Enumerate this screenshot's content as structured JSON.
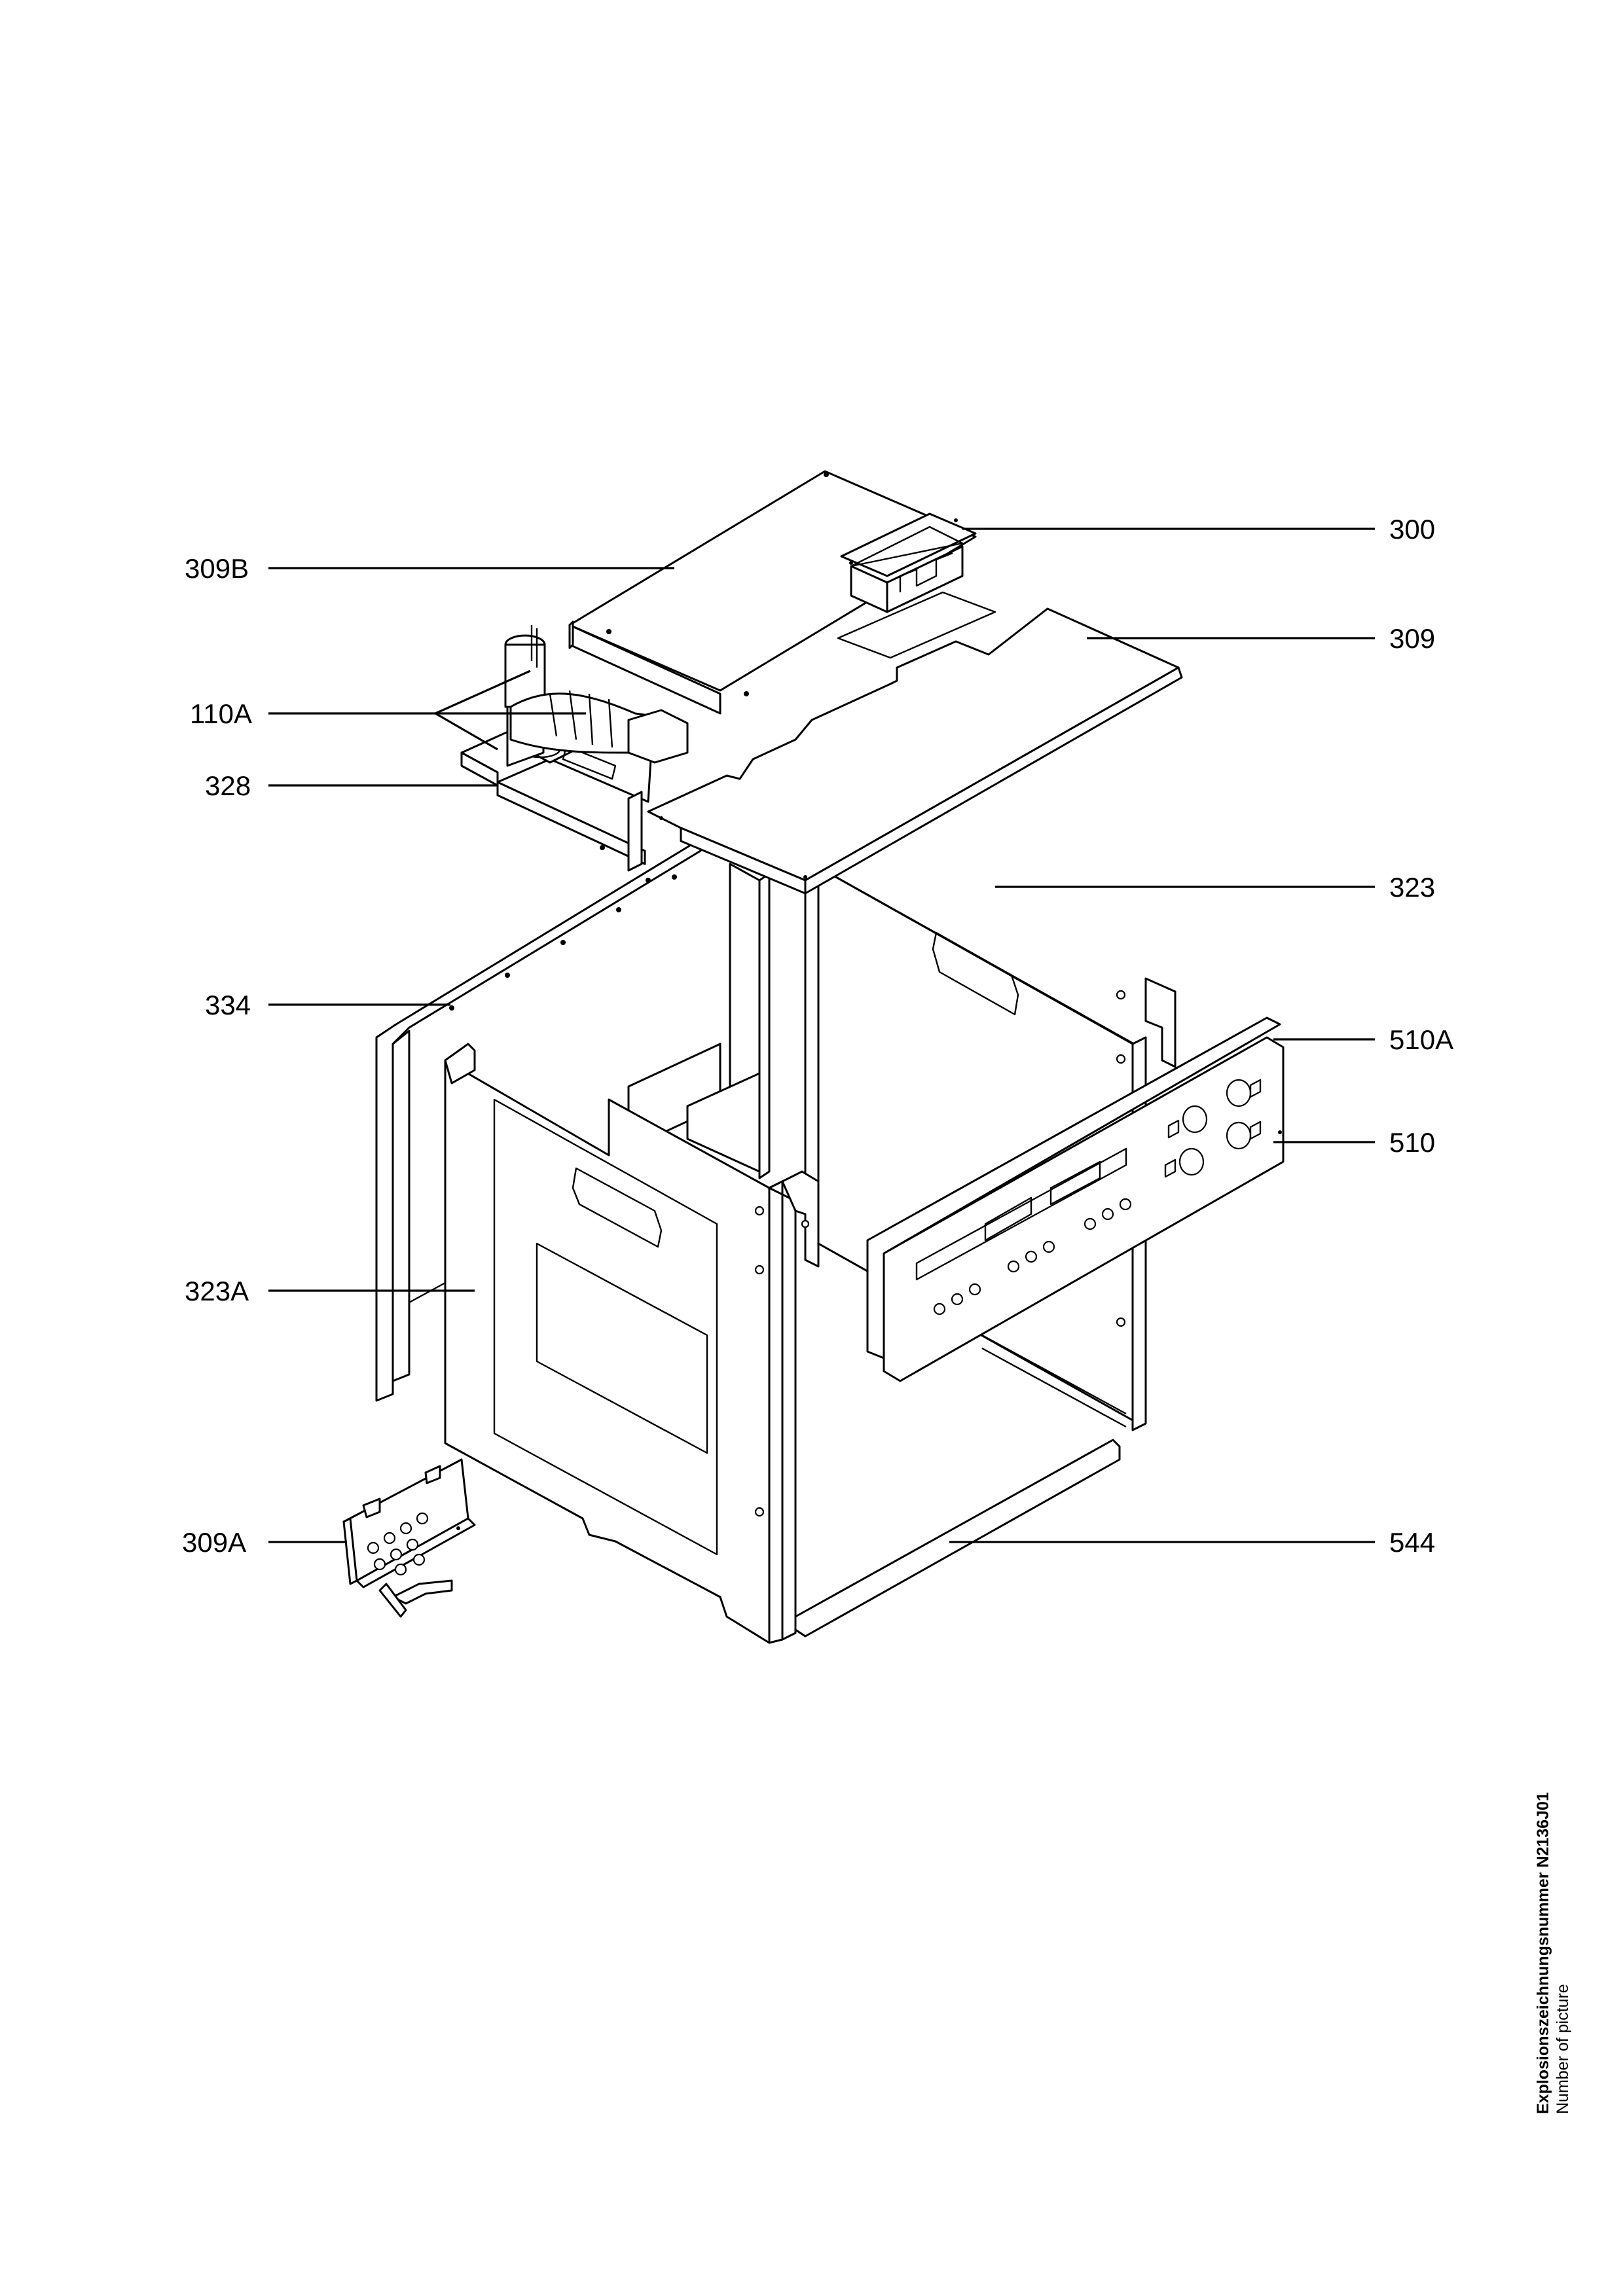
{
  "labels": {
    "p300": "300",
    "p309": "309",
    "p309B": "309B",
    "p110A": "110A",
    "p328": "328",
    "p323": "323",
    "p334": "334",
    "p510A": "510A",
    "p510": "510",
    "p323A": "323A",
    "p309A": "309A",
    "p544": "544"
  },
  "caption": {
    "line1": "Explosionszeichnungsnummer N2136J01",
    "line2": "Number of picture"
  }
}
